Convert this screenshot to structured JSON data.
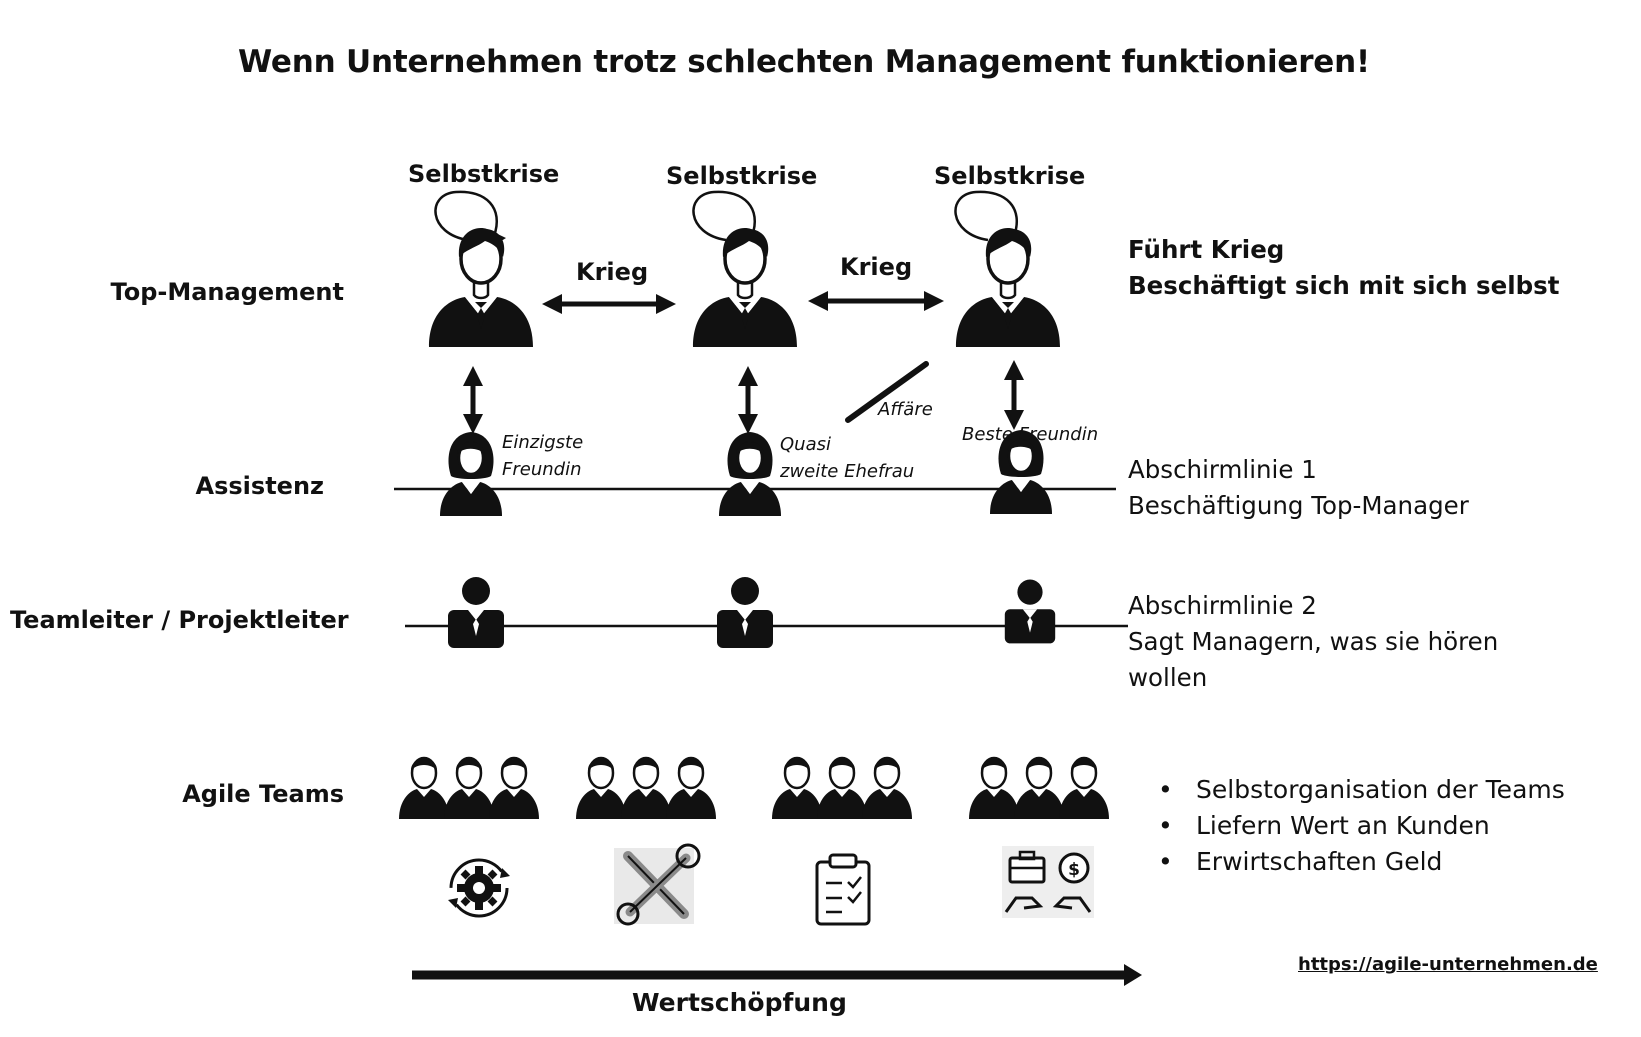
{
  "title": "Wenn Unternehmen trotz schlechten Management funktionieren!",
  "levels": {
    "top_management": "Top-Management",
    "assistenz": "Assistenz",
    "teamleiter": "Teamleiter / Projektleiter",
    "agile_teams": "Agile Teams"
  },
  "managers": {
    "selbstkrise_1": "Selbstkrise",
    "selbstkrise_2": "Selbstkrise",
    "selbstkrise_3": "Selbstkrise",
    "krieg_1": "Krieg",
    "krieg_2": "Krieg"
  },
  "relations": {
    "assistant_1": [
      "Einzigste",
      "Freundin"
    ],
    "assistant_2": [
      "Quasi",
      "zweite Ehefrau"
    ],
    "affaere": "Affäre",
    "assistant_3": "Beste Freundin"
  },
  "side_notes": {
    "top": [
      "Führt Krieg",
      "Beschäftigt sich mit sich selbst"
    ],
    "shield_1": [
      "Abschirmlinie 1",
      "Beschäftigung Top-Manager"
    ],
    "shield_2": [
      "Abschirmlinie 2",
      "Sagt Managern, was sie hören",
      "wollen"
    ]
  },
  "team_bullets": [
    "Selbstorganisation der Teams",
    "Liefern Wert an Kunden",
    "Erwirtschaften Geld"
  ],
  "bullet_glyph": "•",
  "value_chain": "Wertschöpfung",
  "source_url": "https://agile-unternehmen.de",
  "icons": [
    "process-gear-icon",
    "tools-icon",
    "checklist-icon",
    "money-exchange-icon"
  ],
  "colors": {
    "ink": "#111111",
    "tool_grey": "#8a8a8a",
    "background": "#ffffff"
  }
}
